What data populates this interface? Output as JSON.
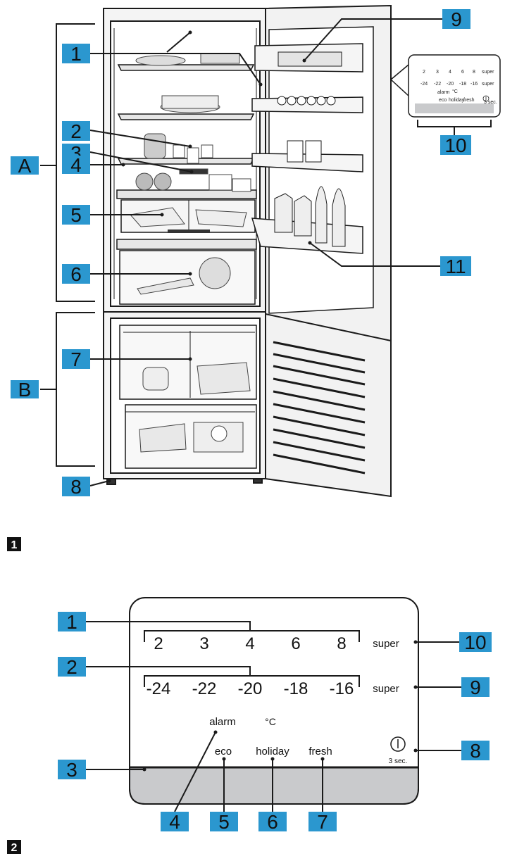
{
  "colors": {
    "callout_fill": "#2b97cf",
    "line": "#1a1a1a",
    "display_bottom": "#c9cacc",
    "figure_tag_bg": "#111111"
  },
  "figure1": {
    "tag": "1",
    "group_labels": [
      "A",
      "B"
    ],
    "callouts": [
      "1",
      "2",
      "3",
      "4",
      "5",
      "6",
      "7",
      "8",
      "9",
      "10",
      "11"
    ],
    "mini_panel": {
      "row1": [
        "2",
        "3",
        "4",
        "6",
        "8",
        "super"
      ],
      "row2": [
        "-24",
        "-22",
        "-20",
        "-18",
        "-16",
        "super"
      ],
      "alarm": "alarm",
      "unit": "°C",
      "modes": [
        "eco",
        "holiday",
        "fresh"
      ],
      "power_icon": "power-icon",
      "power_hint": "3 sec."
    }
  },
  "figure2": {
    "tag": "2",
    "callouts": [
      "1",
      "2",
      "3",
      "4",
      "5",
      "6",
      "7",
      "8",
      "9",
      "10"
    ],
    "panel": {
      "fridge_temps": [
        "2",
        "3",
        "4",
        "6",
        "8"
      ],
      "freezer_temps": [
        "-24",
        "-22",
        "-20",
        "-18",
        "-16"
      ],
      "super_fridge": "super",
      "super_freezer": "super",
      "alarm": "alarm",
      "unit": "°C",
      "modes": [
        "eco",
        "holiday",
        "fresh"
      ],
      "power_icon": "power-icon",
      "power_hint": "3 sec."
    }
  }
}
